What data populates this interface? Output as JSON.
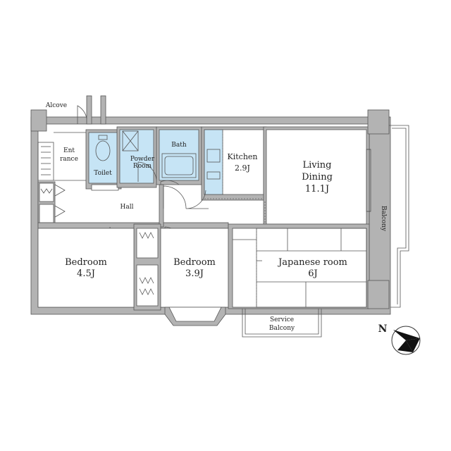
{
  "rooms": {
    "alcove": "Alcove",
    "entrance_1": "Ent",
    "entrance_2": "rance",
    "toilet": "Toilet",
    "powder_1": "Powder",
    "powder_2": "Room",
    "bath": "Bath",
    "kitchen_name": "Kitchen",
    "kitchen_size": "2.9J",
    "living_1": "Living",
    "living_2": "Dining",
    "living_size": "11.1J",
    "hall": "Hall",
    "balcony": "Balcony",
    "bedroom1_name": "Bedroom",
    "bedroom1_size": "4.5J",
    "bedroom2_name": "Bedroom",
    "bedroom2_size": "3.9J",
    "japanese_name": "Japanese room",
    "japanese_size": "6J",
    "service_1": "Service",
    "service_2": "Balcony"
  },
  "compass": {
    "label": "N"
  }
}
